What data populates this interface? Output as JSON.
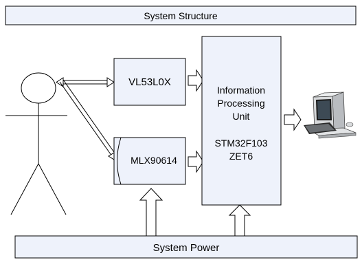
{
  "diagram": {
    "title": "System Structure",
    "blocks": {
      "distance_sensor": "VL53L0X",
      "temperature_sensor": "MLX90614",
      "processor_line1": "Information",
      "processor_line2": "Processing",
      "processor_line3": "Unit",
      "processor_line4": "STM32F103",
      "processor_line5": "ZET6",
      "power": "System Power"
    },
    "icons": {
      "person": "person-stick-figure-icon",
      "computer": "desktop-computer-icon"
    },
    "colors": {
      "box_fill": "#eef2fb",
      "stroke": "#000000"
    }
  }
}
